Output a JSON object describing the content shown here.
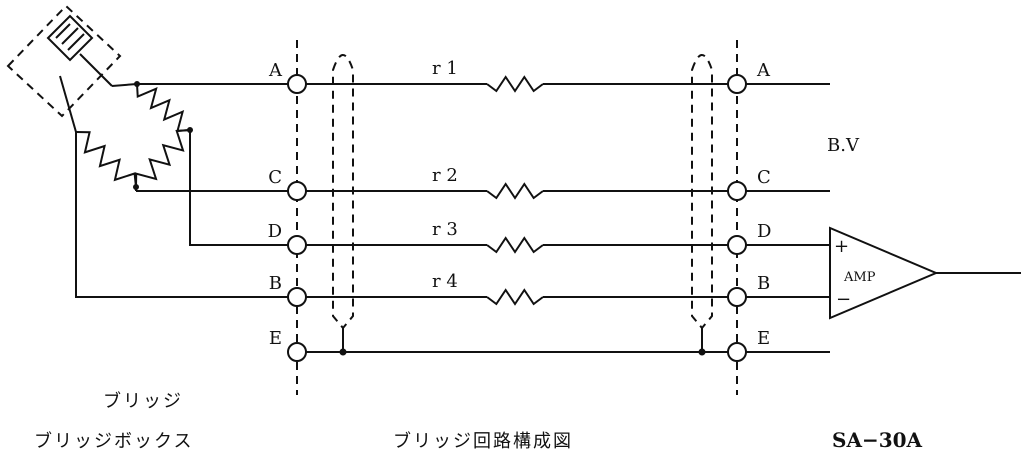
{
  "diagram": {
    "terminals": [
      "A",
      "C",
      "D",
      "B",
      "E"
    ],
    "resistors": [
      "r 1",
      "r 2",
      "r 3",
      "r 4"
    ],
    "bridge_voltage_label": "B.V",
    "amplifier": {
      "label": "AMP",
      "plus": "+",
      "minus": "−"
    }
  },
  "captions": {
    "bridge": "ブリッジ",
    "bridge_box": "ブリッジボックス",
    "figure_title": "ブリッジ回路構成図",
    "model": "SA−30A"
  }
}
